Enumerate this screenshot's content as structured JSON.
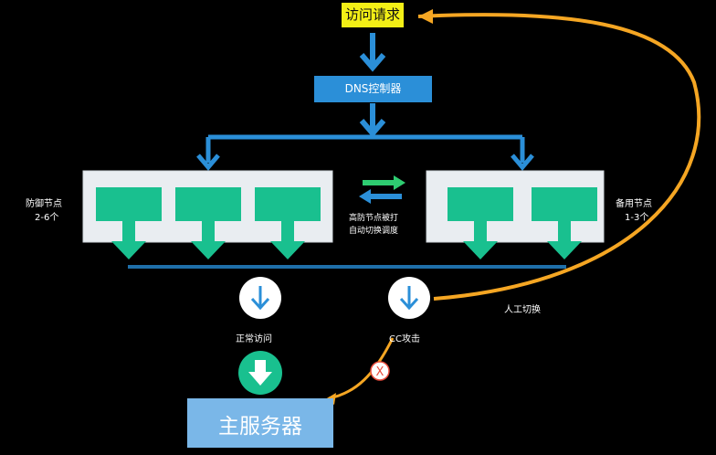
{
  "top": {
    "request_label": "访问请求"
  },
  "dns": {
    "label": "DNS控制器"
  },
  "left_group": {
    "line1": "防御节点",
    "line2": "2-6个"
  },
  "right_group": {
    "line1": "备用节点",
    "line2": "1-3个"
  },
  "middle_note": {
    "line1": "高防节点被打",
    "line2": "自动切换调度"
  },
  "manual": {
    "label": "人工切换"
  },
  "normal_path": {
    "label": "正常访问"
  },
  "cc_path": {
    "label": "CC攻击"
  },
  "main_server": {
    "label": "主服务器"
  },
  "colors": {
    "blue": "#2b8fd8",
    "dark_blue": "#1f6fa9",
    "green": "#19c08f",
    "green_dark": "#0fa57a",
    "panel": "#e9edf1",
    "orange": "#f5a623",
    "yellow": "#f3ef16",
    "light_blue": "#7ab7e8",
    "red": "#e74c3c"
  }
}
